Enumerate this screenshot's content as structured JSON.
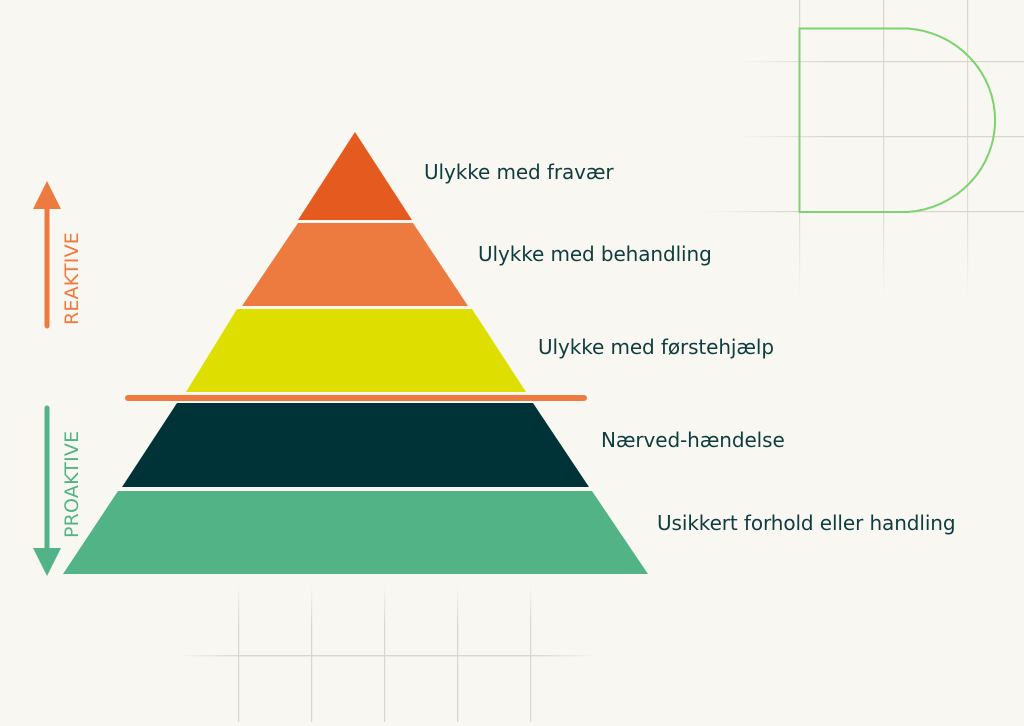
{
  "diagram": {
    "type": "safety-pyramid",
    "layers": [
      {
        "label": "Ulykke med fravær",
        "color": "#E55A1F"
      },
      {
        "label": "Ulykke med behandling",
        "color": "#ED7A3F"
      },
      {
        "label": "Ulykke med førstehjælp",
        "color": "#DEDE00"
      },
      {
        "label": "Nærved-hændelse",
        "color": "#003337"
      },
      {
        "label": "Usikkert forhold eller handling",
        "color": "#52B386"
      }
    ],
    "divider": {
      "color": "#ED7A3F"
    },
    "arrows": {
      "up": {
        "label": "REAKTIVE",
        "color": "#ED7A3F"
      },
      "down": {
        "label": "PROAKTIVE",
        "color": "#52B386"
      }
    },
    "decor": {
      "outline_shape_color": "#7DD36F",
      "grid_color": "#DDDBD4"
    },
    "text_color": "#0F3D3E",
    "background": "#F8F7F2"
  }
}
